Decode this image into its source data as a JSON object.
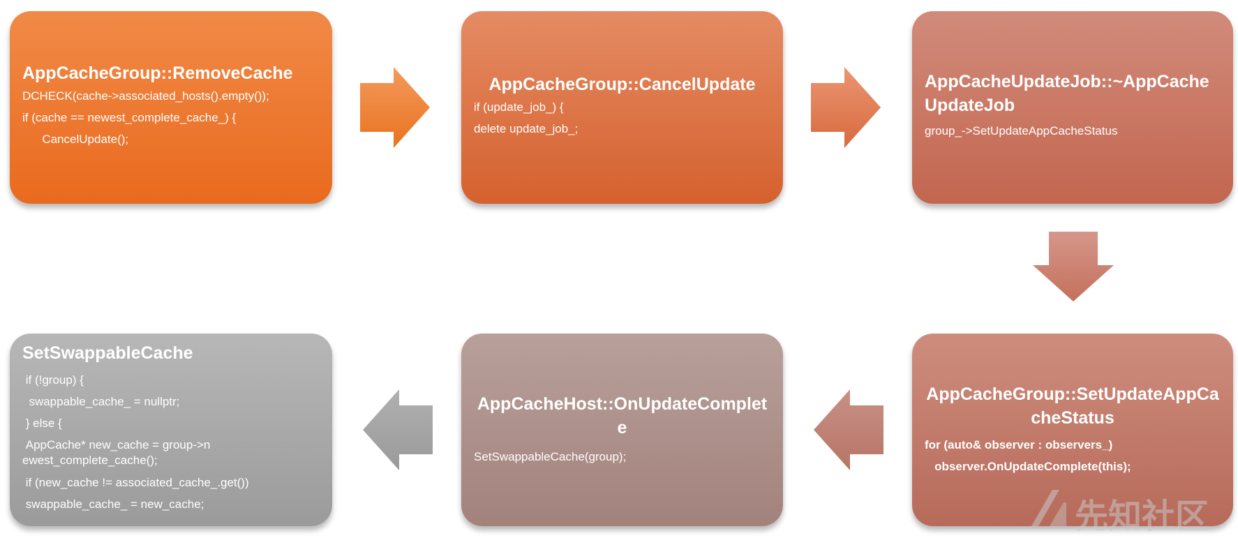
{
  "boxes": {
    "remove_cache": {
      "title": "AppCacheGroup::RemoveCache",
      "lines": [
        "DCHECK(cache->associated_hosts().empty());",
        "if (cache == newest_complete_cache_) {",
        "      CancelUpdate();"
      ]
    },
    "cancel_update": {
      "title": "AppCacheGroup::CancelUpdate",
      "lines": [
        "if (update_job_) {",
        "delete update_job_;"
      ]
    },
    "update_job_dtor": {
      "title": "AppCacheUpdateJob::~AppCacheUpdateJob",
      "lines": [
        "group_->SetUpdateAppCacheStatus"
      ]
    },
    "set_update_status": {
      "title": "AppCacheGroup::SetUpdateAppCacheStatus",
      "lines": [
        "for (auto& observer : observers_)",
        "   observer.OnUpdateComplete(this);"
      ]
    },
    "on_update_complete": {
      "title": "AppCacheHost::OnUpdateComplete",
      "lines": [
        "SetSwappableCache(group);"
      ]
    },
    "set_swappable_cache": {
      "title": "SetSwappableCache",
      "lines": [
        " if (!group) {",
        "  swappable_cache_ = nullptr;",
        " } else {",
        " AppCache* new_cache = group->newest_complete_cache();",
        " if (new_cache != associated_cache_.get())",
        " swappable_cache_ = new_cache;"
      ]
    }
  },
  "colors": {
    "box_remove_cache": "#ee7a33",
    "box_cancel_update": "#dd7445",
    "box_update_job_dtor": "#ca7865",
    "box_set_update_status": "#c27b6b",
    "box_on_update_complete": "#ad918c",
    "box_set_swappable_cache": "#a9a9a9"
  },
  "watermark": {
    "text": "先知社区"
  }
}
